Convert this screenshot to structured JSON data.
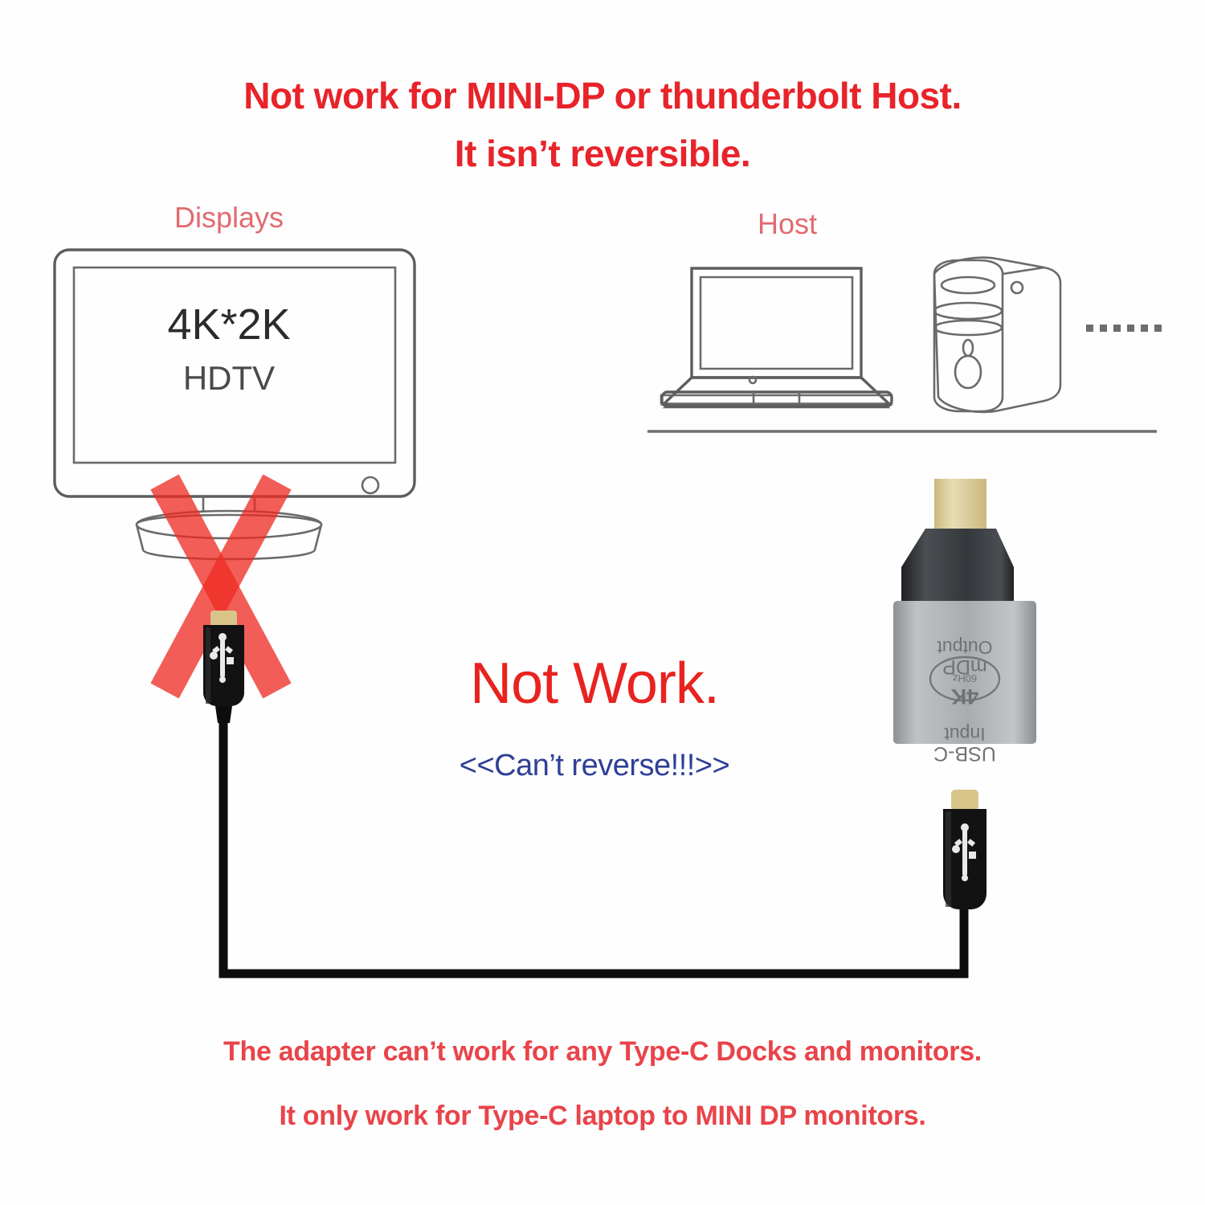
{
  "headline": {
    "line1": "Not work for MINI-DP or thunderbolt Host.",
    "line2": "It isn’t reversible."
  },
  "labels": {
    "displays": "Displays",
    "host": "Host",
    "ellipsis": "......"
  },
  "monitor": {
    "resolution": "4K*2K",
    "type": "HDTV"
  },
  "verdict": {
    "text": "Not Work.",
    "note": "<<Can’t reverse!!!>>"
  },
  "adapter": {
    "output_label_line1": "mDP",
    "output_label_line2": "Output",
    "badge_main": "4K",
    "badge_sub": "60Hz",
    "input_label_line1": "USB-C",
    "input_label_line2": "Input"
  },
  "footer": {
    "line1": "The adapter can’t work for any Type-C Docks and monitors.",
    "line2": "It only work for Type-C laptop to MINI DP monitors."
  },
  "colors": {
    "headline_red": "#e8232a",
    "label_red": "#e26a70",
    "verdict_red": "#e8231f",
    "note_blue": "#2e3f96",
    "footer_red": "#e8444a",
    "x_mark_red": "#ee2a22",
    "line_art_gray": "#5d5d5d",
    "cable_black": "#0d0d0d",
    "adapter_body_gray": "#aeb0b2",
    "adapter_shell_dark": "#3a3c40",
    "connector_gold": "#d9c48a"
  },
  "icons": {
    "monitor": "monitor-icon",
    "laptop": "laptop-icon",
    "tower": "desktop-tower-icon",
    "adapter": "usb-c-to-mini-dp-adapter-icon",
    "connector_left": "usb-c-connector-icon",
    "connector_right": "usb-c-connector-icon",
    "x_mark": "x-mark-icon",
    "cable": "cable-path-icon"
  }
}
